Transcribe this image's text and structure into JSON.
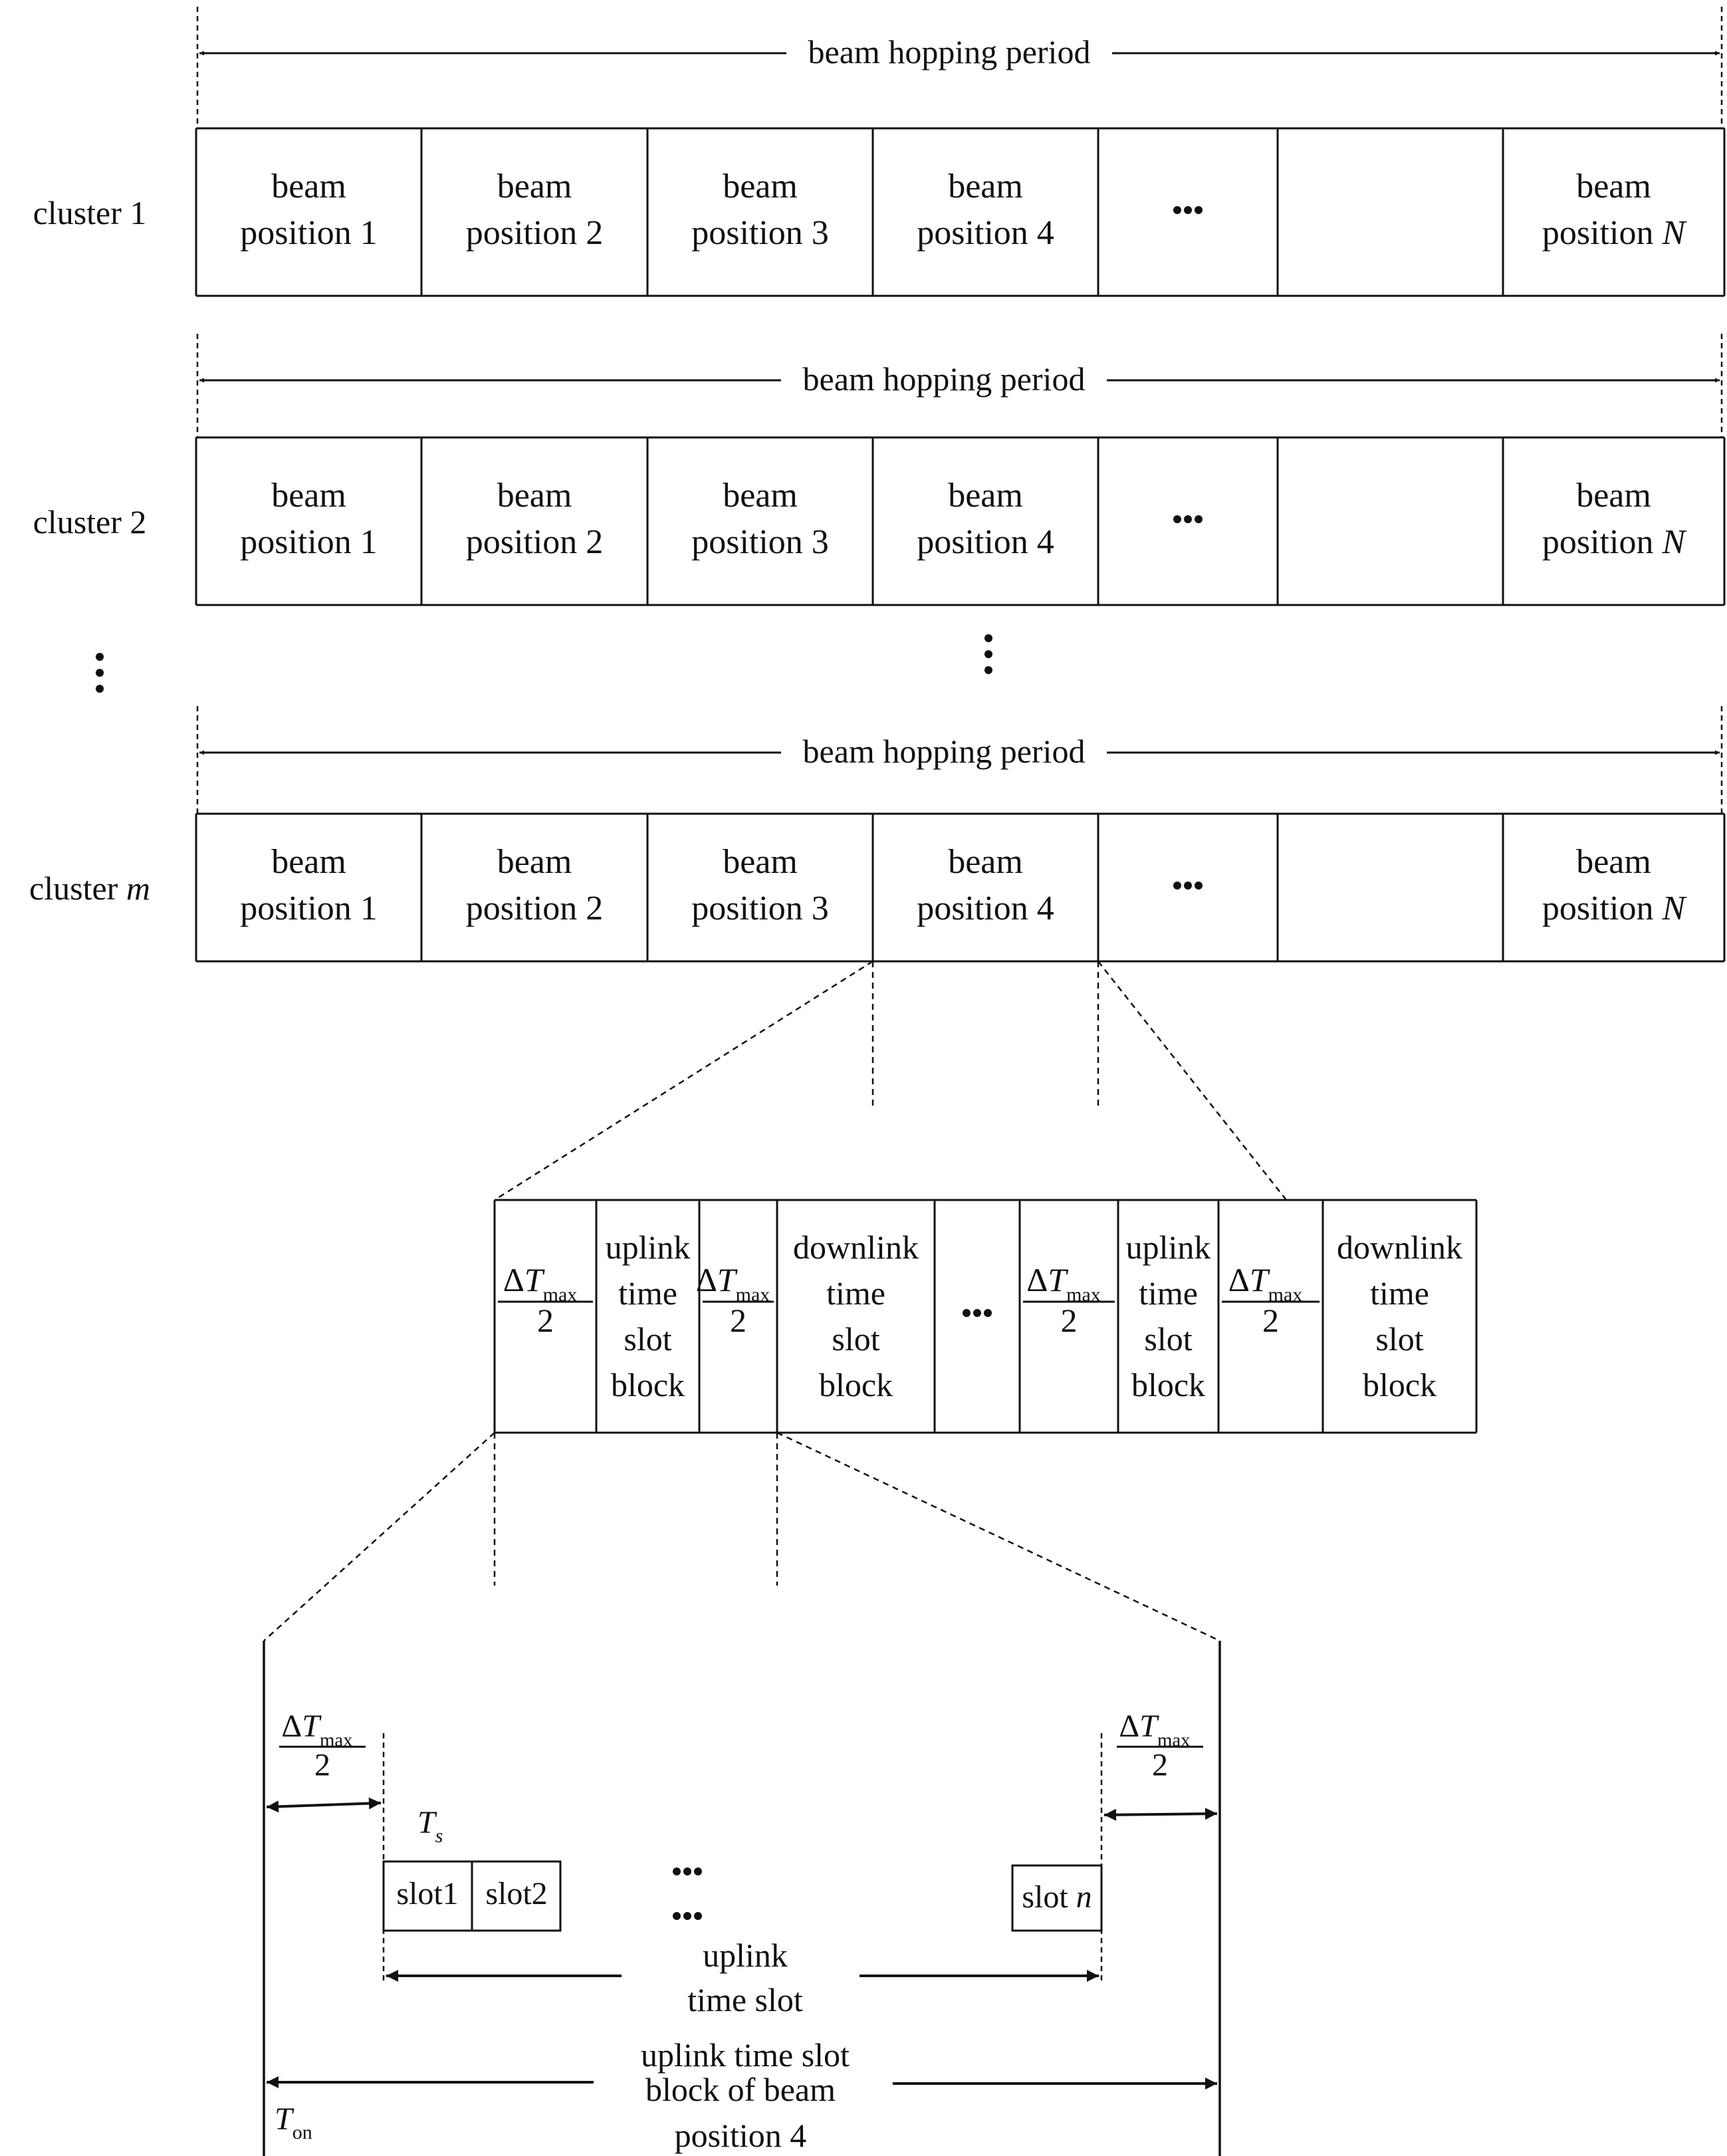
{
  "period_label": "beam hopping period",
  "clusters": [
    {
      "label": "cluster 1",
      "label_var": ""
    },
    {
      "label": "cluster 2",
      "label_var": ""
    },
    {
      "label": "cluster ",
      "label_var": "m"
    }
  ],
  "beam_positions": [
    {
      "line1": "beam",
      "line2": "position 1",
      "var": ""
    },
    {
      "line1": "beam",
      "line2": "position 2",
      "var": ""
    },
    {
      "line1": "beam",
      "line2": "position 3",
      "var": ""
    },
    {
      "line1": "beam",
      "line2": "position 4",
      "var": ""
    },
    {
      "ellipsis": "…"
    },
    {
      "empty": true
    },
    {
      "line1": "beam",
      "line2": "position ",
      "var": "N"
    }
  ],
  "vertical_ellipsis": "⋮",
  "guard_fraction": {
    "delta": "Δ",
    "T": "T",
    "sub": "max",
    "den": "2"
  },
  "frame_blocks": [
    {
      "kind": "guard"
    },
    {
      "kind": "text",
      "lines": [
        "uplink",
        "time",
        "slot",
        "block"
      ]
    },
    {
      "kind": "guard"
    },
    {
      "kind": "text",
      "lines": [
        "downlink",
        "time",
        "slot",
        "block"
      ]
    },
    {
      "kind": "ellipsis",
      "text": "…"
    },
    {
      "kind": "guard"
    },
    {
      "kind": "text",
      "lines": [
        "uplink",
        "time",
        "slot",
        "block"
      ]
    },
    {
      "kind": "guard"
    },
    {
      "kind": "text",
      "lines": [
        "downlink",
        "time",
        "slot",
        "block"
      ]
    }
  ],
  "detail": {
    "ts_label": {
      "T": "T",
      "sub": "s"
    },
    "slots": [
      "slot1",
      "slot2"
    ],
    "slot_n": {
      "text": "slot ",
      "var": "n"
    },
    "dots_top": "…",
    "dots_bottom": "…",
    "uplink_time_slot": [
      "uplink",
      "time slot"
    ],
    "block_label": [
      "uplink time slot",
      "block of beam",
      "position 4"
    ],
    "ton_label": {
      "T": "T",
      "sub": "on"
    }
  }
}
